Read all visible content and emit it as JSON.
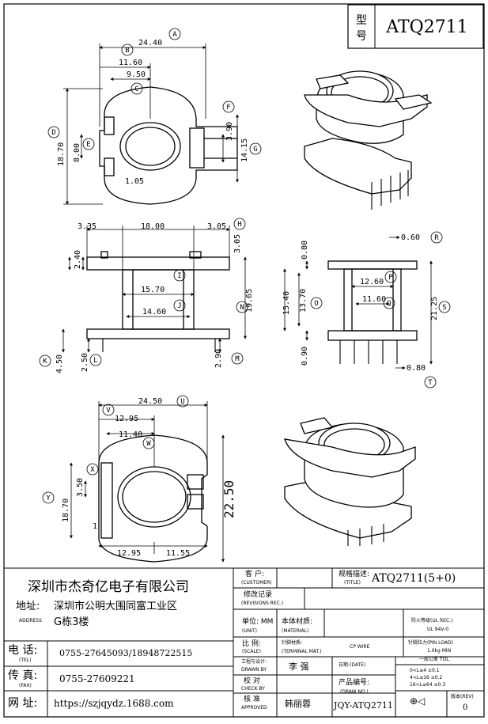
{
  "header": {
    "model_label": "型\n号",
    "model_label_top": "型",
    "model_label_bottom": "号",
    "model": "ATQ2711"
  },
  "views": {
    "top": {
      "dims": [
        "24.40",
        "11.60",
        "9.50",
        "18.70",
        "8.00",
        "1.05",
        "3.90",
        "14.15"
      ],
      "letters": [
        "A",
        "B",
        "C",
        "D",
        "E",
        "F",
        "G"
      ]
    },
    "side": {
      "dims": [
        "3.35",
        "18.00",
        "3.05",
        "3.05",
        "2.40",
        "15.70",
        "14.60",
        "19.65",
        "4.50",
        "2.50",
        "2.90"
      ],
      "letters": [
        "H",
        "I",
        "J",
        "K",
        "L",
        "M",
        "N"
      ]
    },
    "front": {
      "dims": [
        "0.80",
        "15.40",
        "13.70",
        "12.60",
        "11.60",
        "21.25",
        "0.90",
        "0.60",
        "0.80"
      ],
      "letters": [
        "O",
        "P",
        "Q",
        "R",
        "S",
        "T"
      ]
    },
    "bottom": {
      "dims": [
        "24.50",
        "12.95",
        "11.40",
        "18.70",
        "3.50",
        "22.50",
        "12.95",
        "11.55",
        "1"
      ],
      "letters": [
        "U",
        "V",
        "W",
        "X",
        "Y"
      ]
    }
  },
  "titleblock": {
    "company": "深圳市杰奇亿电子有限公司",
    "address_label": "地址:",
    "address_label_en": "ADDRESS",
    "address_line1": "深圳市公明大围同富工业区",
    "address_line2": "G栋3楼",
    "tel_label": "电 话:",
    "tel_label_en": "(TEL)",
    "tel": "0755-27645093/18948722515",
    "fax_label": "传 真:",
    "fax_label_en": "(FAX)",
    "fax": "0755-27609221",
    "web_label": "网 址:",
    "web": "https://szjqydz.1688.com",
    "customer_label": "客 户:",
    "customer_label_en": "(CUSTOMER)",
    "revisions_label": "修改记录",
    "revisions_label_en": "(REVISIONS REC.)",
    "title_label": "规格描述:",
    "title_label_en": "(TITLE)",
    "title_value": "ATQ2711(5+0)",
    "unit_label": "单位: MM",
    "unit_label_en": "(UNIT)",
    "material_label": "本体材质:",
    "material_label_en": "(MATERIAL)",
    "fire_label": "防火等级(UL REC.)",
    "fire_value": "UL 94V-0",
    "scale_label": "比 例:",
    "scale_label_en": "(SCALE)",
    "terminal_label": "针脚材质:",
    "terminal_label_en": "(TERMINAL MAT.)",
    "terminal_value": "CP WIRE",
    "pinload_label": "针脚拉力(PIN LOAD)",
    "pinload_value": "1.0kg MIN",
    "drawn_label": "工程与设计:",
    "drawn_label_en": "DRAWN BY",
    "drawn_value": "李 强",
    "date_label": "日期:(DATE)",
    "tol_label": "一般公差 TOL.",
    "tol_rows": [
      "0<L≤4   ±0.1",
      "4<L≤16  ±0.2",
      "16<L≤64 ±0.3"
    ],
    "check_label": "校 对",
    "check_label_en": "CHECK BY",
    "drawno_label": "产品编号:",
    "drawno_label_en": "(DRAW NO.)",
    "drawno_value": "JQY-ATQ2711",
    "approved_label": "核 准",
    "approved_label_en": "APPROVED",
    "approved_value": "韩丽蓉",
    "rev_label": "版本(REV)",
    "rev_value": "0"
  }
}
